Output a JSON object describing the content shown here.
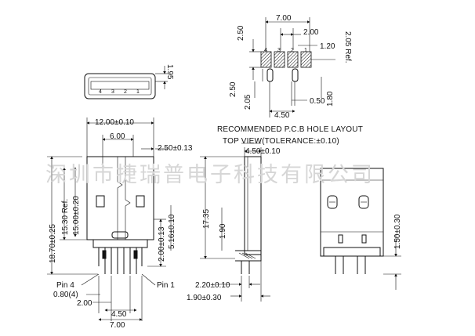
{
  "watermark": "深圳市捷瑞普电子科技有限公司",
  "titles": {
    "layout": "RECOMMENDED P.C.B HOLE LAYOUT",
    "view": "TOP VIEW(TOLERANCE:±0.10)"
  },
  "dims": {
    "d_1_95": "1.95",
    "d_7_00_top": "7.00",
    "d_2_50_top": "2.50",
    "d_2_00": "2.00",
    "d_1_20": "1.20",
    "d_2_05_ref": "2.05 Ref.",
    "d_2_50_mid": "2.50",
    "d_2_05": "2.05",
    "d_0_50": "0.50",
    "d_1_80": "1.80",
    "d_4_50_top": "4.50",
    "d_12_00": "12.00±0.10",
    "d_6_00": "6.00",
    "d_2_50_013": "2.50±0.13",
    "d_4_50_010": "4.50±0.10",
    "d_18_70": "18.70±0.25",
    "d_15_30": "15.30 Ref.",
    "d_15_00": "15.00±0.20",
    "d_17_35": "17.35",
    "d_1_90": "1.90",
    "d_2_00_013": "2.00±0.13",
    "d_5_16": "5.16±0.10",
    "d_1_50": "1.50±0.30",
    "d_2_20": "2.20±0.10",
    "d_1_90_030": "1.90±0.30",
    "pin4": "Pin  4",
    "pin1": "Pin  1",
    "d_0_80": "0.80(4)",
    "d_2_00_bot": "2.00",
    "d_4_50_bot": "4.50",
    "d_7_00_bot": "7.00"
  },
  "pin_numbers": [
    "4",
    "3",
    "2",
    "1"
  ],
  "pad_numbers": [
    "4",
    "3",
    "2",
    "1"
  ]
}
